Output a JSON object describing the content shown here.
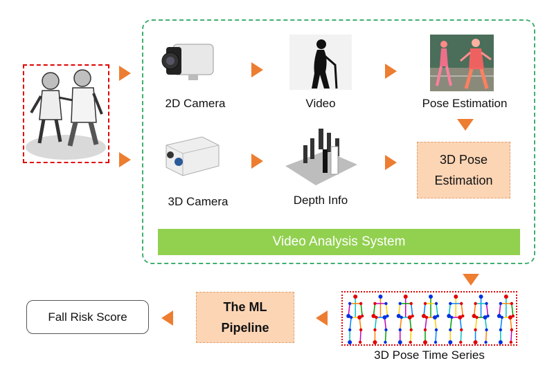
{
  "nodes": {
    "camera_2d": "2D Camera",
    "video": "Video",
    "pose_estimation": "Pose Estimation",
    "camera_3d": "3D Camera",
    "depth_info": "Depth Info",
    "pose_3d_line1": "3D Pose",
    "pose_3d_line2": "Estimation",
    "system_banner": "Video Analysis System",
    "time_series": "3D Pose Time Series",
    "ml_line1": "The ML",
    "ml_line2": "Pipeline",
    "fall_risk": "Fall Risk Score"
  },
  "colors": {
    "arrow": "#ED7D31",
    "system_border": "#3FAF6F",
    "banner": "#92D050",
    "peach": "#FCD5B5",
    "red_dashed": "#E00000"
  }
}
